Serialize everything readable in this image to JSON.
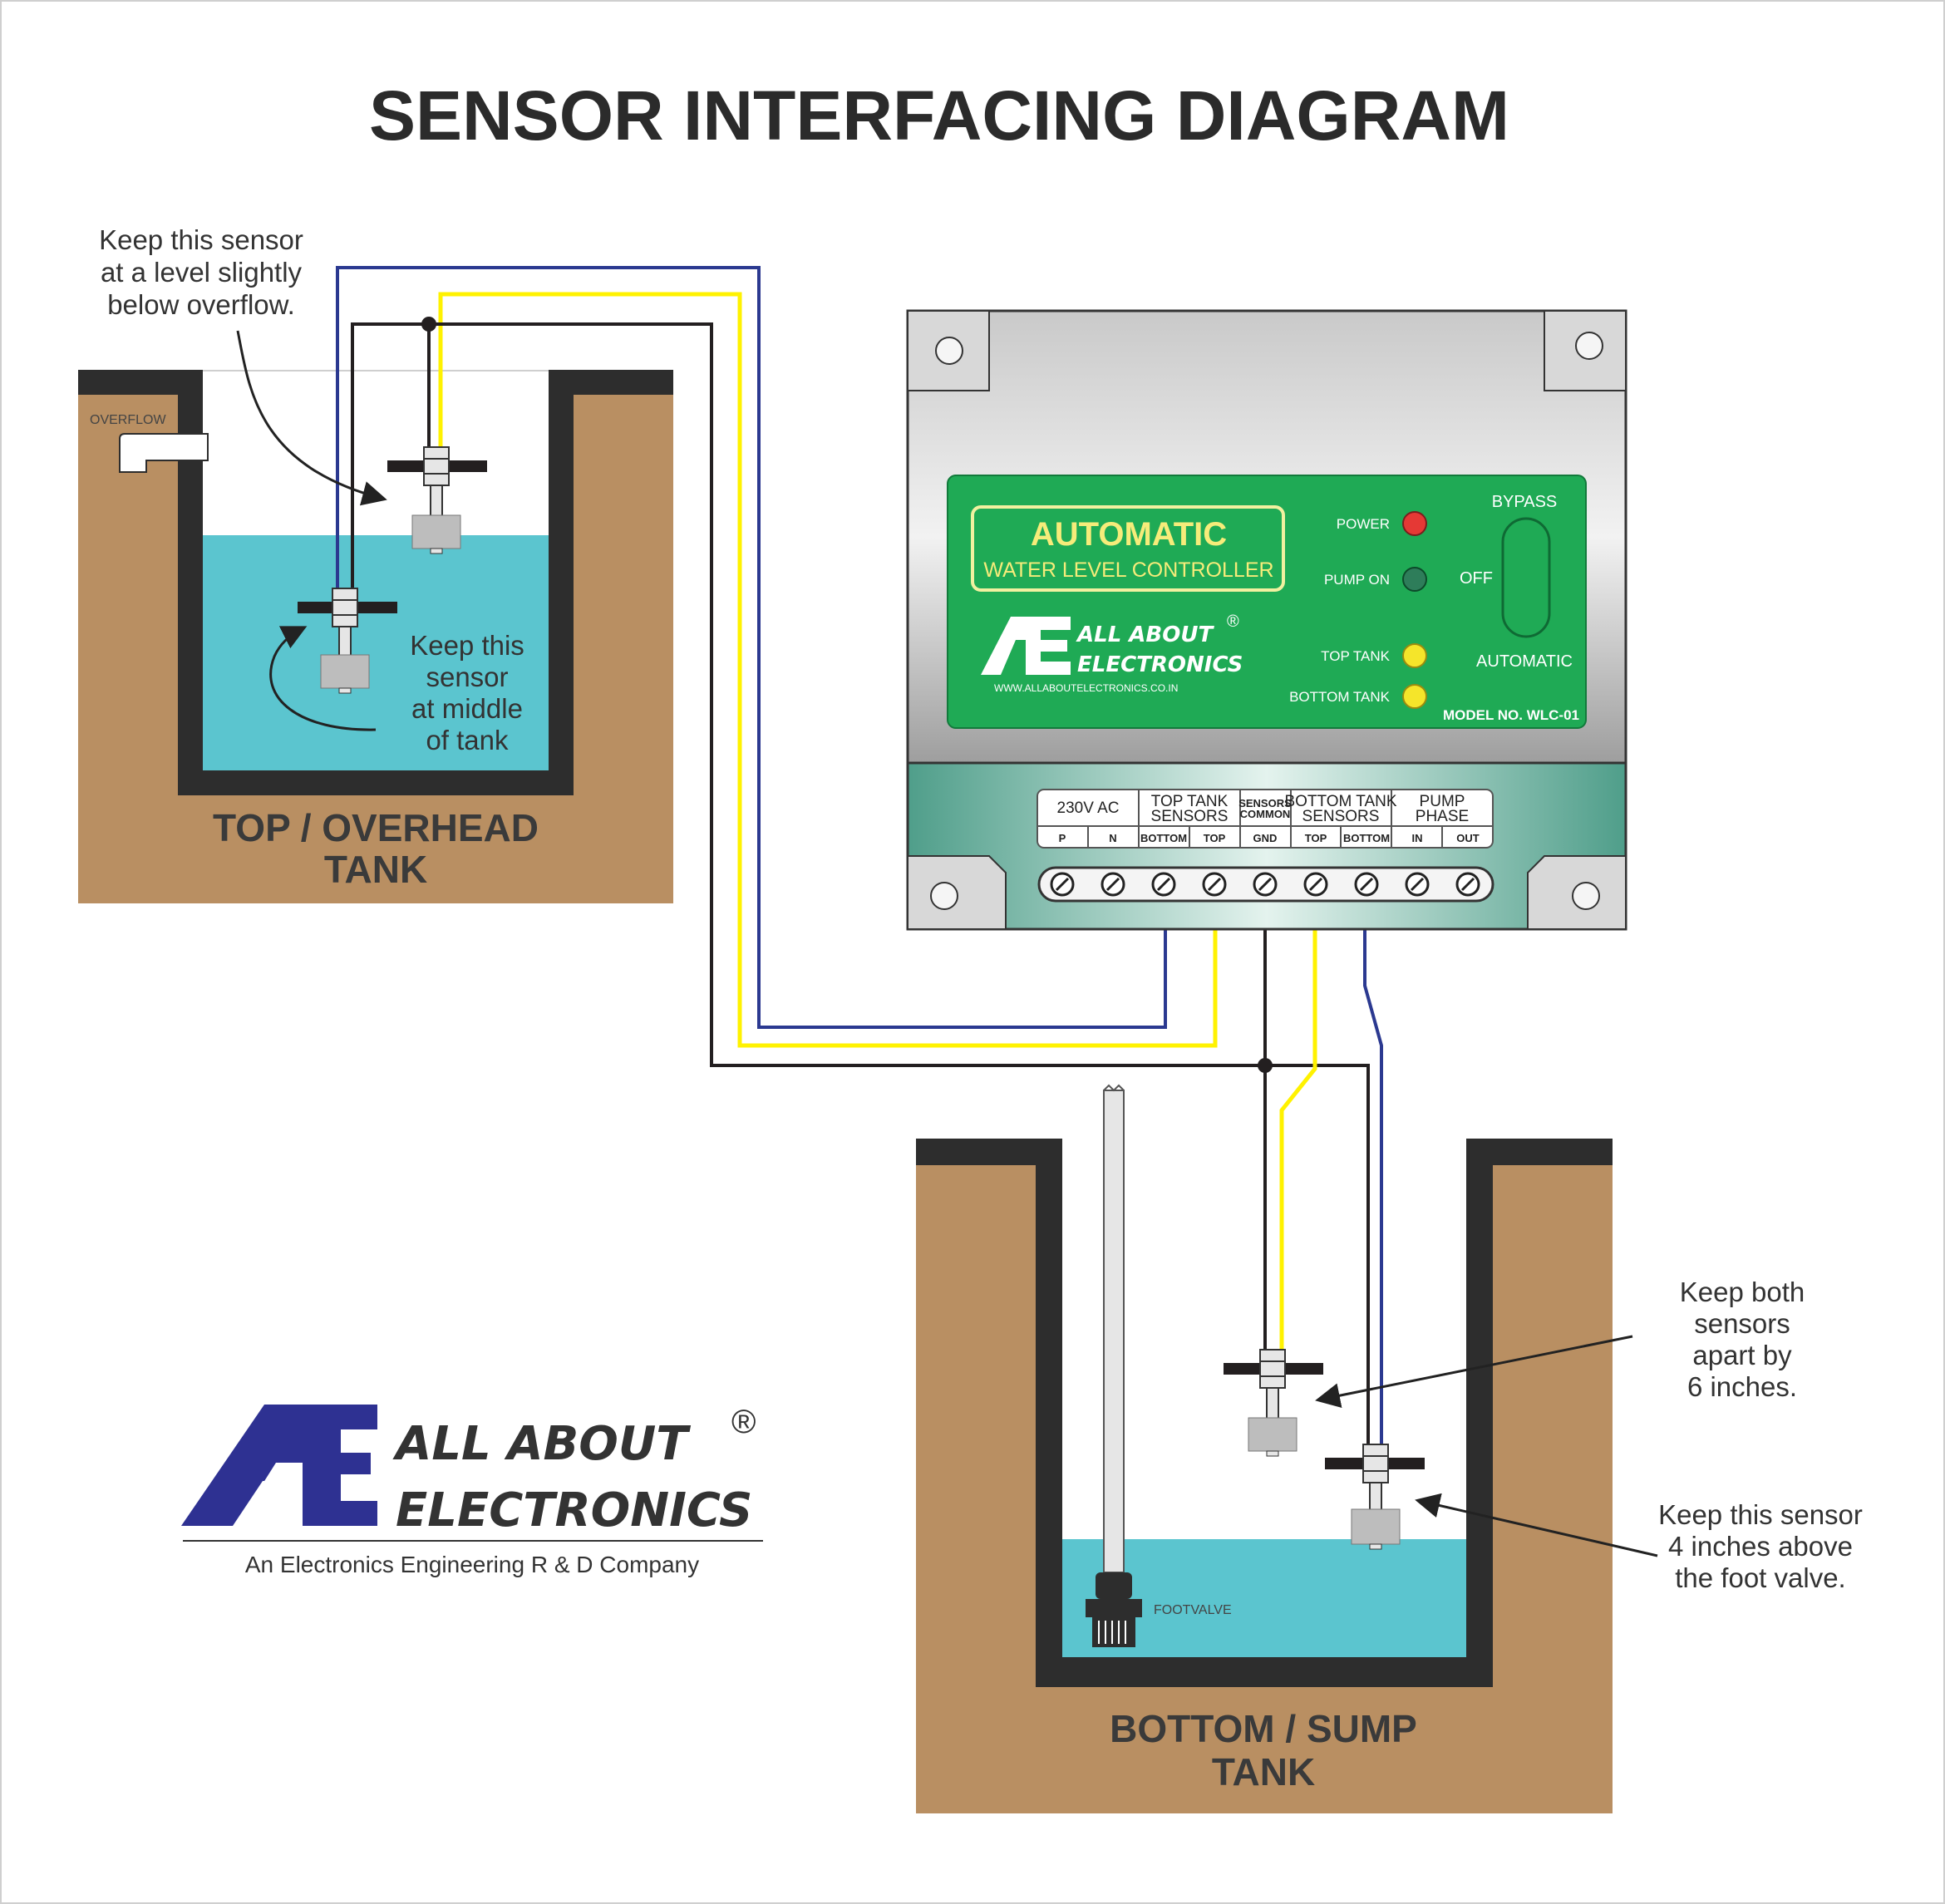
{
  "title": "SENSOR INTERFACING DIAGRAM",
  "top_tank": {
    "label_line1": "TOP / OVERHEAD",
    "label_line2": "TANK",
    "overflow_label": "OVERFLOW",
    "note_top": [
      "Keep this sensor",
      "at a level slightly",
      "below overflow."
    ],
    "note_middle": [
      "Keep this",
      "sensor",
      "at middle",
      "of tank"
    ]
  },
  "bottom_tank": {
    "label_line1": "BOTTOM / SUMP",
    "label_line2": "TANK",
    "footvalve_label": "FOOTVALVE",
    "note_apart": [
      "Keep both",
      "sensors",
      "apart by",
      "6 inches."
    ],
    "note_above": [
      "Keep this sensor",
      "4 inches above",
      "the foot valve."
    ]
  },
  "controller": {
    "title": "AUTOMATIC",
    "subtitle": "WATER LEVEL CONTROLLER",
    "brand_line1": "ALL ABOUT",
    "brand_line2": "ELECTRONICS",
    "registered": "®",
    "website": "WWW.ALLABOUTELECTRONICS.CO.IN",
    "model": "MODEL NO. WLC-01",
    "indicators": [
      {
        "label": "POWER",
        "color": "#e53935"
      },
      {
        "label": "PUMP ON",
        "color": "#2e7d5a"
      },
      {
        "label": "TOP TANK",
        "color": "#f5e52a"
      },
      {
        "label": "BOTTOM TANK",
        "color": "#f5e52a"
      }
    ],
    "switch": {
      "top": "BYPASS",
      "middle": "OFF",
      "bottom": "AUTOMATIC"
    },
    "terminal_groups": [
      {
        "line1": "230V AC",
        "line2": ""
      },
      {
        "line1": "TOP TANK",
        "line2": "SENSORS"
      },
      {
        "line1": "SENSORS",
        "line2": "COMMON"
      },
      {
        "line1": "BOTTOM TANK",
        "line2": "SENSORS"
      },
      {
        "line1": "PUMP",
        "line2": "PHASE"
      }
    ],
    "terminals": [
      "P",
      "N",
      "BOTTOM",
      "TOP",
      "GND",
      "TOP",
      "BOTTOM",
      "IN",
      "OUT"
    ]
  },
  "logo": {
    "line1": "ALL ABOUT",
    "line2": "ELECTRONICS",
    "registered": "®",
    "tagline": "An Electronics Engineering R & D Company"
  },
  "colors": {
    "soil": "#b98f62",
    "wall": "#2d2d2d",
    "water": "#5bc5cf",
    "panel_green": "#1faa55",
    "wire_blue": "#2b3990",
    "wire_yellow": "#fff200",
    "wire_black": "#231f20",
    "logo_blue": "#2e3192"
  }
}
